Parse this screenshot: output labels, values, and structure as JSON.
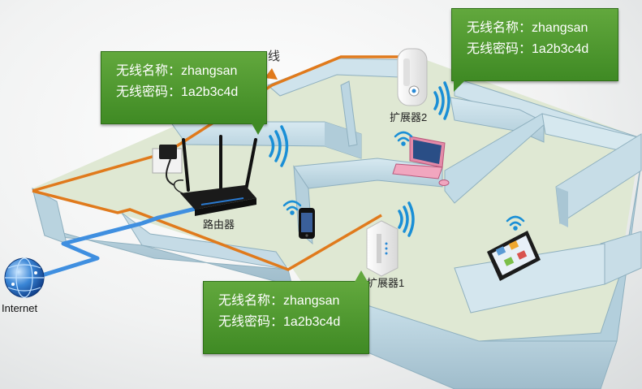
{
  "callouts": {
    "router": {
      "ssid_label": "无线名称：",
      "ssid": "zhangsan",
      "pwd_label": "无线密码：",
      "pwd": "1a2b3c4d"
    },
    "extender2": {
      "ssid_label": "无线名称：",
      "ssid": "zhangsan",
      "pwd_label": "无线密码：",
      "pwd": "1a2b3c4d"
    },
    "extender1": {
      "ssid_label": "无线名称：",
      "ssid": "zhangsan",
      "pwd_label": "无线密码：",
      "pwd": "1a2b3c4d"
    }
  },
  "labels": {
    "router": "路由器",
    "extender1": "扩展器1",
    "extender2": "扩展器2",
    "internet": "Internet",
    "wired_fragment": "线"
  },
  "colors": {
    "callout_green": "#4f9a30",
    "wall_orange": "#e07a1c",
    "cable_blue": "#3f8fe0",
    "floor": "#dfe8d3",
    "wall_blue": "#bcd8e4",
    "wifi_blue": "#1a8fd6"
  },
  "icons": [
    "globe-icon",
    "router-icon",
    "wall-socket-icon",
    "phone-icon",
    "laptop-icon",
    "tablet-icon",
    "extender-icon",
    "wifi-signal-icon"
  ]
}
